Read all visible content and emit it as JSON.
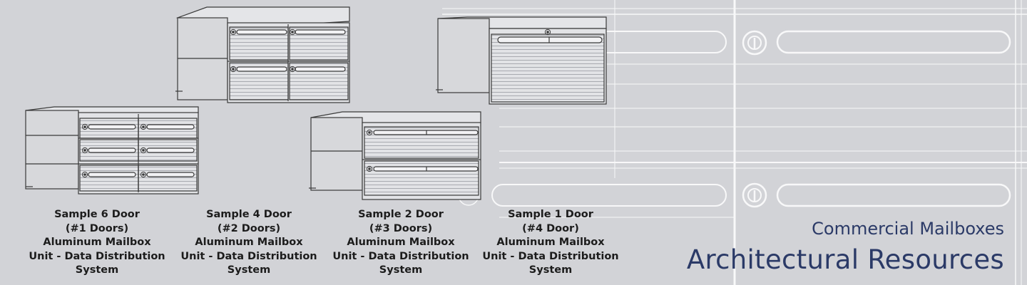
{
  "brand": {
    "subtitle": "Commercial Mailboxes",
    "title": "Architectural Resources",
    "color": "#2b3a67"
  },
  "samples": [
    {
      "lines": [
        "Sample 6 Door",
        "(#1 Doors)",
        "Aluminum Mailbox",
        "Unit - Data Distribution",
        "System"
      ]
    },
    {
      "lines": [
        "Sample 4 Door",
        "(#2 Doors)",
        "Aluminum Mailbox",
        "Unit - Data Distribution",
        "System"
      ]
    },
    {
      "lines": [
        "Sample 2 Door",
        "(#3 Doors)",
        "Aluminum Mailbox",
        "Unit - Data Distribution",
        "System"
      ]
    },
    {
      "lines": [
        "Sample 1 Door",
        "(#4 Door)",
        "Aluminum Mailbox",
        "Unit - Data Distribution",
        "System"
      ]
    }
  ],
  "colors": {
    "background": "#d2d3d7",
    "line": "#3a3a3a",
    "blueprint": "#ffffff"
  }
}
